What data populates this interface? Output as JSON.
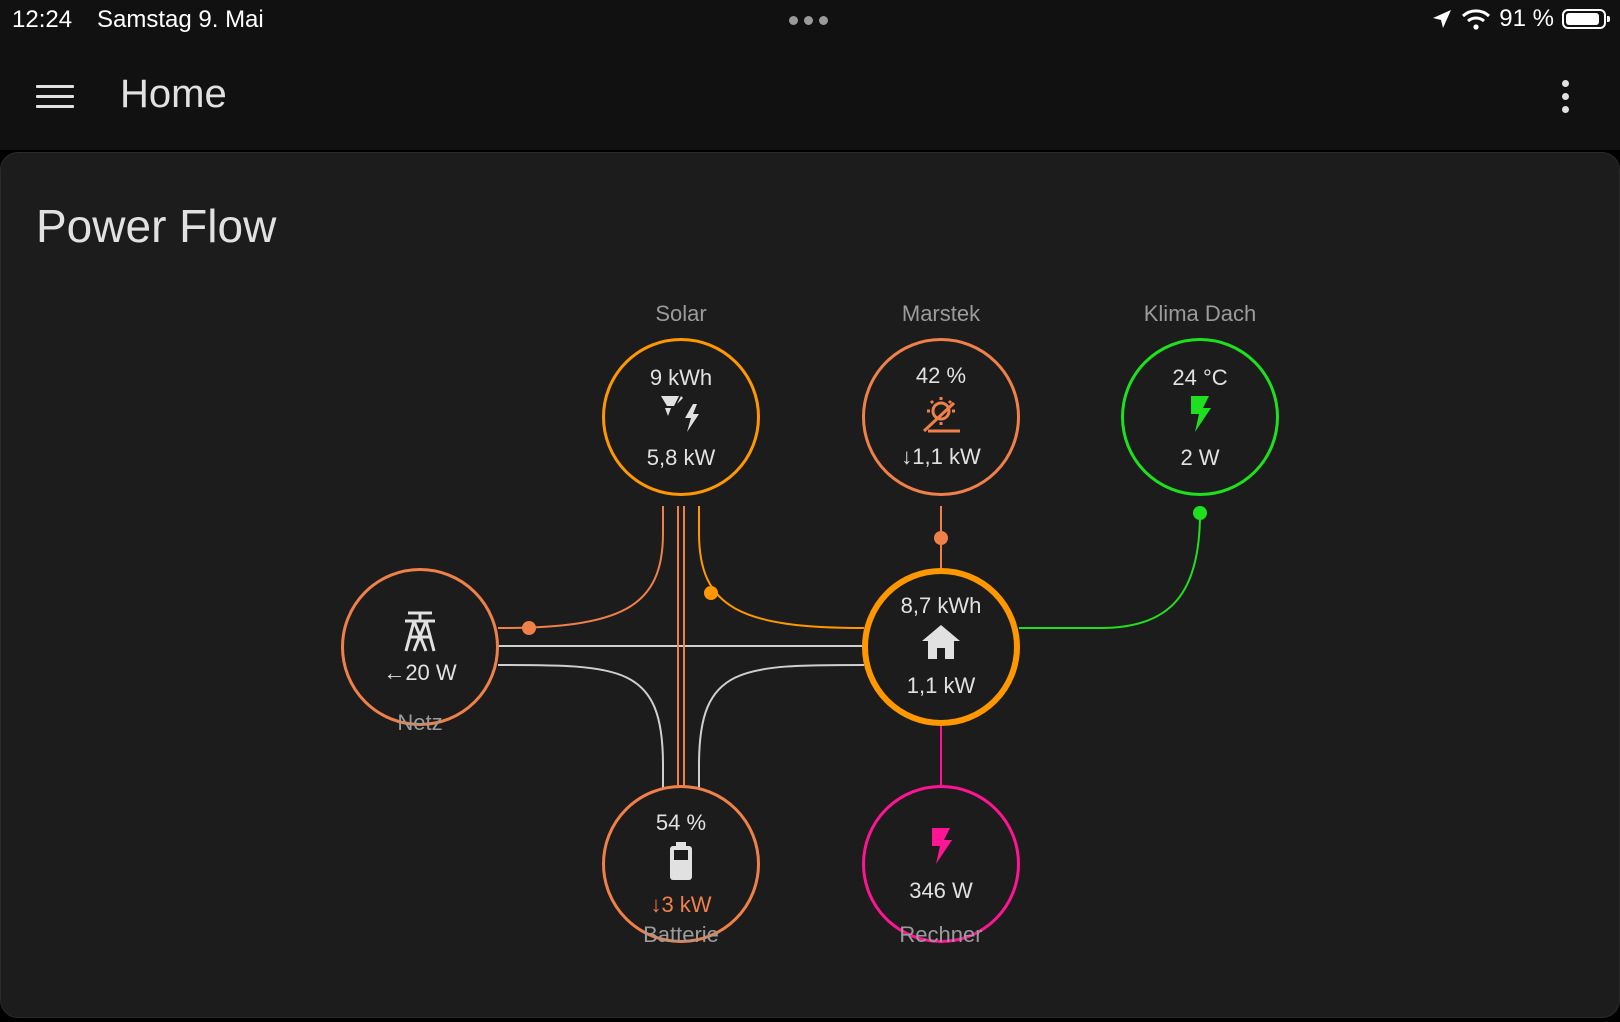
{
  "status_bar": {
    "time": "12:24",
    "date": "Samstag 9. Mai",
    "battery": "91 %",
    "battery_level": 0.91
  },
  "app_bar": {
    "title": "Home"
  },
  "card": {
    "title": "Power Flow"
  },
  "power_flow": {
    "solar": {
      "label": "Solar",
      "energy": "9 kWh",
      "power": "5,8 kW",
      "color": "#ff9800"
    },
    "marstek": {
      "label": "Marstek",
      "value": "42 %",
      "power": "↓1,1 kW",
      "color": "#f0804a"
    },
    "klima": {
      "label": "Klima Dach",
      "value": "24 °C",
      "power": "2 W",
      "color": "#1fe01f"
    },
    "grid": {
      "label": "Netz",
      "power": "←20 W",
      "color": "#f0804a"
    },
    "home": {
      "energy": "8,7 kWh",
      "power": "1,1 kW",
      "color": "#ff9800"
    },
    "battery": {
      "label": "Batterie",
      "value": "54 %",
      "power": "↓3 kW",
      "color": "#f0804a"
    },
    "rechner": {
      "label": "Rechner",
      "power": "346 W",
      "color": "#ff1493"
    }
  },
  "colors": {
    "background": "#1c1c1c",
    "text": "#e1e1e1",
    "label": "#9b9b9b",
    "solar_line": "#ff9800",
    "battery_line": "#f0804a",
    "grid_line": "#cfcfcf"
  }
}
